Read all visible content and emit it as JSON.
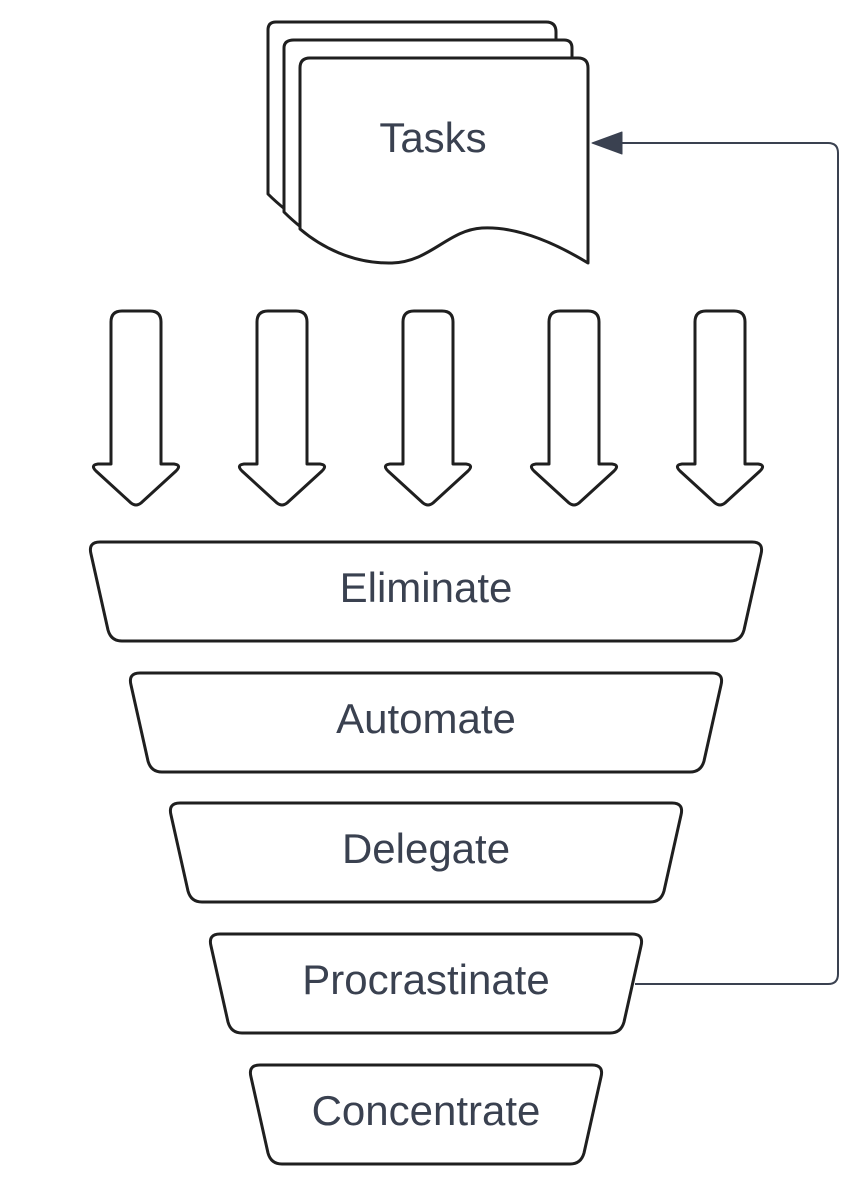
{
  "documents": {
    "label": "Tasks"
  },
  "funnel": {
    "stages": [
      {
        "label": "Eliminate"
      },
      {
        "label": "Automate"
      },
      {
        "label": "Delegate"
      },
      {
        "label": "Procrastinate"
      },
      {
        "label": "Concentrate"
      }
    ]
  },
  "colors": {
    "outline": "#1f1f1f",
    "text": "#3a4150",
    "connector": "#3a4150",
    "fill": "#ffffff"
  },
  "icons": {
    "input_arrows": [
      "down-arrow",
      "down-arrow",
      "down-arrow",
      "down-arrow",
      "down-arrow"
    ]
  }
}
